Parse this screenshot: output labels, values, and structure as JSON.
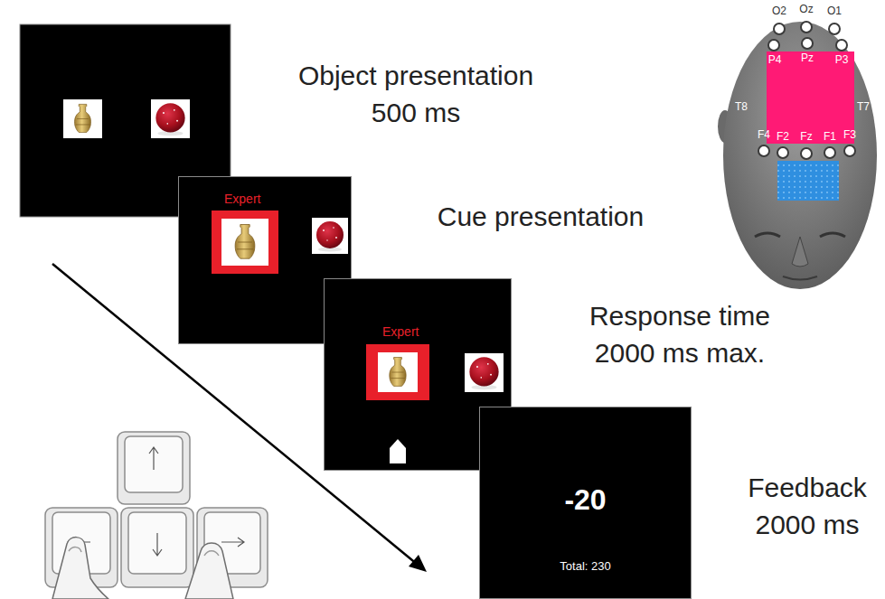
{
  "diagram": {
    "nodes": [
      {
        "text": [
          "Expert"
        ]
      },
      {
        "text": [
          "Expert"
        ]
      },
      {
        "text": [
          "-20",
          "Total: 230"
        ]
      }
    ],
    "labels": [
      "Object presentation 500 ms",
      "Cue presentation",
      "Response time 2000 ms max.",
      "Feedback 2000 ms",
      "O2",
      "Oz",
      "O1",
      "P4",
      "Pz",
      "P3",
      "T8",
      "T7",
      "F4",
      "F2",
      "Fz",
      "F1",
      "F3"
    ]
  }
}
